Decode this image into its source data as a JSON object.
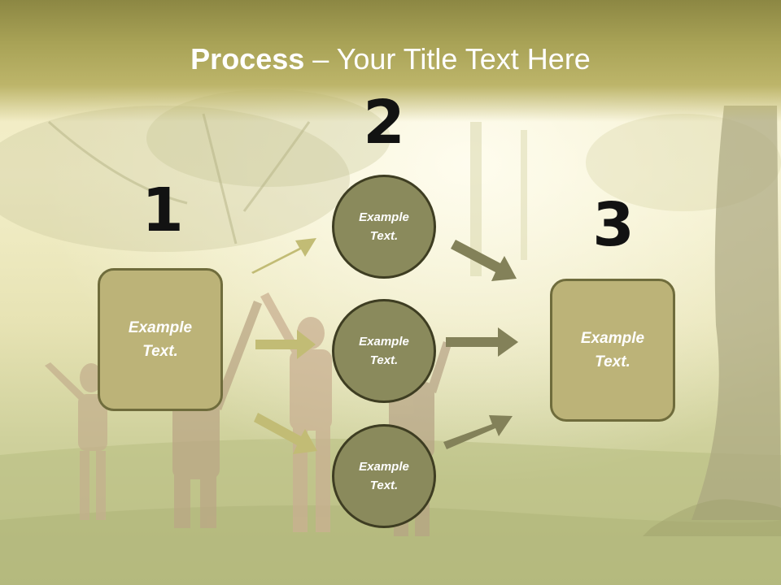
{
  "title": {
    "bold": "Process",
    "rest": " – Your Title Text Here"
  },
  "steps": [
    {
      "number": "1",
      "text": "Example Text."
    },
    {
      "number": "2",
      "items": [
        "Example Text.",
        "Example Text.",
        "Example Text."
      ]
    },
    {
      "number": "3",
      "text": "Example Text."
    }
  ],
  "colors": {
    "box_fill": "#bcb378",
    "circle_fill": "#8a8a5c",
    "arrow_light": "#c2bc75",
    "arrow_dark": "#838159",
    "title_bar": "#a8a256"
  }
}
